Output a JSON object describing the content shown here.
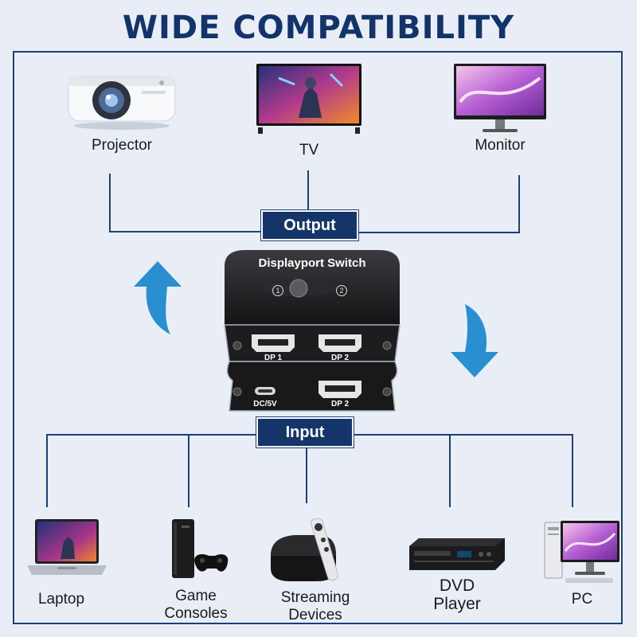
{
  "header": {
    "title": "WIDE COMPATIBILITY"
  },
  "output": {
    "tag": "Output",
    "devices": [
      {
        "label": "Projector",
        "icon": "projector-icon"
      },
      {
        "label": "TV",
        "icon": "tv-icon"
      },
      {
        "label": "Monitor",
        "icon": "monitor-icon"
      }
    ]
  },
  "switch": {
    "name": "Displayport Switch",
    "button_1": "1",
    "button_2": "2",
    "port_top_1": "DP 1",
    "port_top_2": "DP 2",
    "port_bottom_power": "DC/5V",
    "port_bottom_2": "DP 2"
  },
  "input": {
    "tag": "Input",
    "devices": [
      {
        "label": "Laptop",
        "icon": "laptop-icon"
      },
      {
        "label_line1": "Game",
        "label_line2": "Consoles",
        "icon": "game-console-icon"
      },
      {
        "label_line1": "Streaming",
        "label_line2": "Devices",
        "icon": "streaming-device-icon"
      },
      {
        "label_line1": "DVD",
        "label_line2": "Player",
        "icon": "dvd-player-icon"
      },
      {
        "label": "PC",
        "icon": "pc-icon"
      }
    ]
  },
  "colors": {
    "navy": "#15356a",
    "line": "#1d3f7a",
    "arrow": "#2a8fd1",
    "background": "#e9eef6"
  }
}
